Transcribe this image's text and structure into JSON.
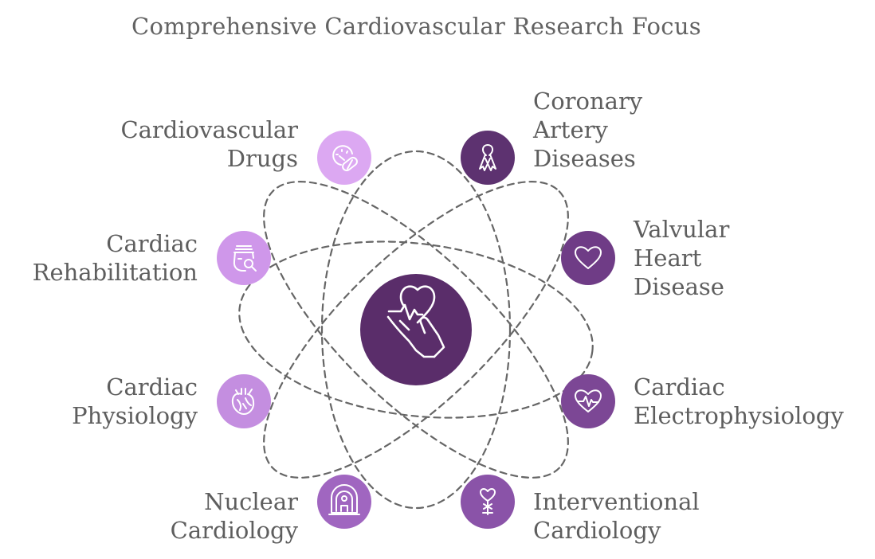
{
  "title": "Comprehensive Cardiovascular Research Focus",
  "center": {
    "icon": "heart-hand-icon",
    "color": "#5a2d6a"
  },
  "nodes": [
    {
      "key": "cardiovascular-drugs",
      "lines": [
        "Cardiovascular",
        "Drugs"
      ],
      "icon": "pill-gauge-icon",
      "color": "#dca8f2"
    },
    {
      "key": "coronary-artery-diseases",
      "lines": [
        "Coronary",
        "Artery",
        "Diseases"
      ],
      "icon": "ribbon-icon",
      "color": "#5d3270"
    },
    {
      "key": "cardiac-rehabilitation",
      "lines": [
        "Cardiac",
        "Rehabilitation"
      ],
      "icon": "jar-search-icon",
      "color": "#cf97ea"
    },
    {
      "key": "valvular-heart-disease",
      "lines": [
        "Valvular",
        "Heart",
        "Disease"
      ],
      "icon": "heart-outline-icon",
      "color": "#6f3c86"
    },
    {
      "key": "cardiac-physiology",
      "lines": [
        "Cardiac",
        "Physiology"
      ],
      "icon": "anatomical-heart-icon",
      "color": "#c48ee0"
    },
    {
      "key": "cardiac-electrophysiology",
      "lines": [
        "Cardiac",
        "Electrophysiology"
      ],
      "icon": "heart-pulse-icon",
      "color": "#7c4795"
    },
    {
      "key": "nuclear-cardiology",
      "lines": [
        "Nuclear",
        "Cardiology"
      ],
      "icon": "scanner-icon",
      "color": "#a066c0"
    },
    {
      "key": "interventional-cardiology",
      "lines": [
        "Interventional",
        "Cardiology"
      ],
      "icon": "heart-balloon-icon",
      "color": "#8a53a8"
    }
  ],
  "colors": {
    "text": "#5e5e5e",
    "orbit": "#666666",
    "icon_stroke": "#ffffff"
  }
}
